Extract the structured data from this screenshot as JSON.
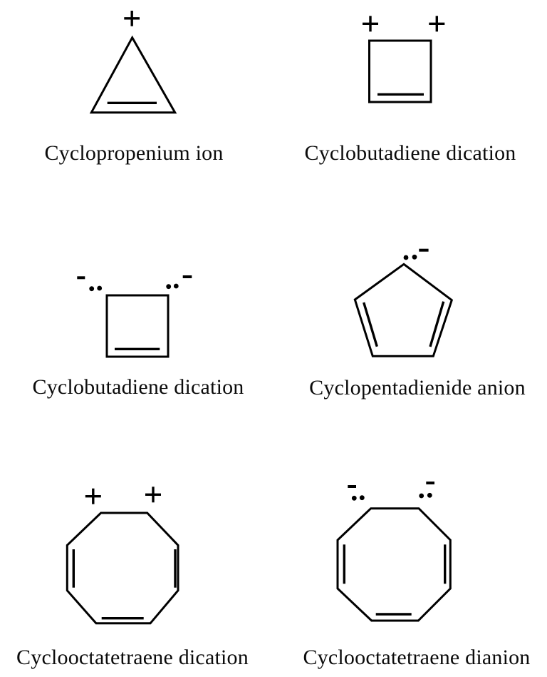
{
  "colors": {
    "background": "#ffffff",
    "ink": "#000000"
  },
  "molecules": [
    {
      "name": "cyclopropenium-ion",
      "label": "Cyclopropenium ion",
      "ring": "triangle",
      "ring_atoms": 3,
      "double_bonds": 1,
      "charge_symbols": [
        "+"
      ],
      "lone_pairs": 0
    },
    {
      "name": "cyclobutadiene-dication",
      "label": "Cyclobutadiene dication",
      "ring": "square",
      "ring_atoms": 4,
      "double_bonds": 1,
      "charge_symbols": [
        "+",
        "+"
      ],
      "lone_pairs": 0
    },
    {
      "name": "cyclobutadiene-dication-with-lone-pairs",
      "label": "Cyclobutadiene dication",
      "ring": "square",
      "ring_atoms": 4,
      "double_bonds": 1,
      "charge_symbols": [
        "−",
        "−"
      ],
      "lone_pairs": 2
    },
    {
      "name": "cyclopentadienide-anion",
      "label": "Cyclopentadienide anion",
      "ring": "pentagon",
      "ring_atoms": 5,
      "double_bonds": 2,
      "charge_symbols": [
        "−"
      ],
      "lone_pairs": 1
    },
    {
      "name": "cyclooctatetraene-dication",
      "label": "Cyclooctatetraene dication",
      "ring": "octagon",
      "ring_atoms": 8,
      "double_bonds": 3,
      "charge_symbols": [
        "+",
        "+"
      ],
      "lone_pairs": 0
    },
    {
      "name": "cyclooctatetraene-dianion",
      "label": "Cyclooctatetraene dianion",
      "ring": "octagon",
      "ring_atoms": 8,
      "double_bonds": 3,
      "charge_symbols": [
        "−",
        "−"
      ],
      "lone_pairs": 2
    }
  ]
}
